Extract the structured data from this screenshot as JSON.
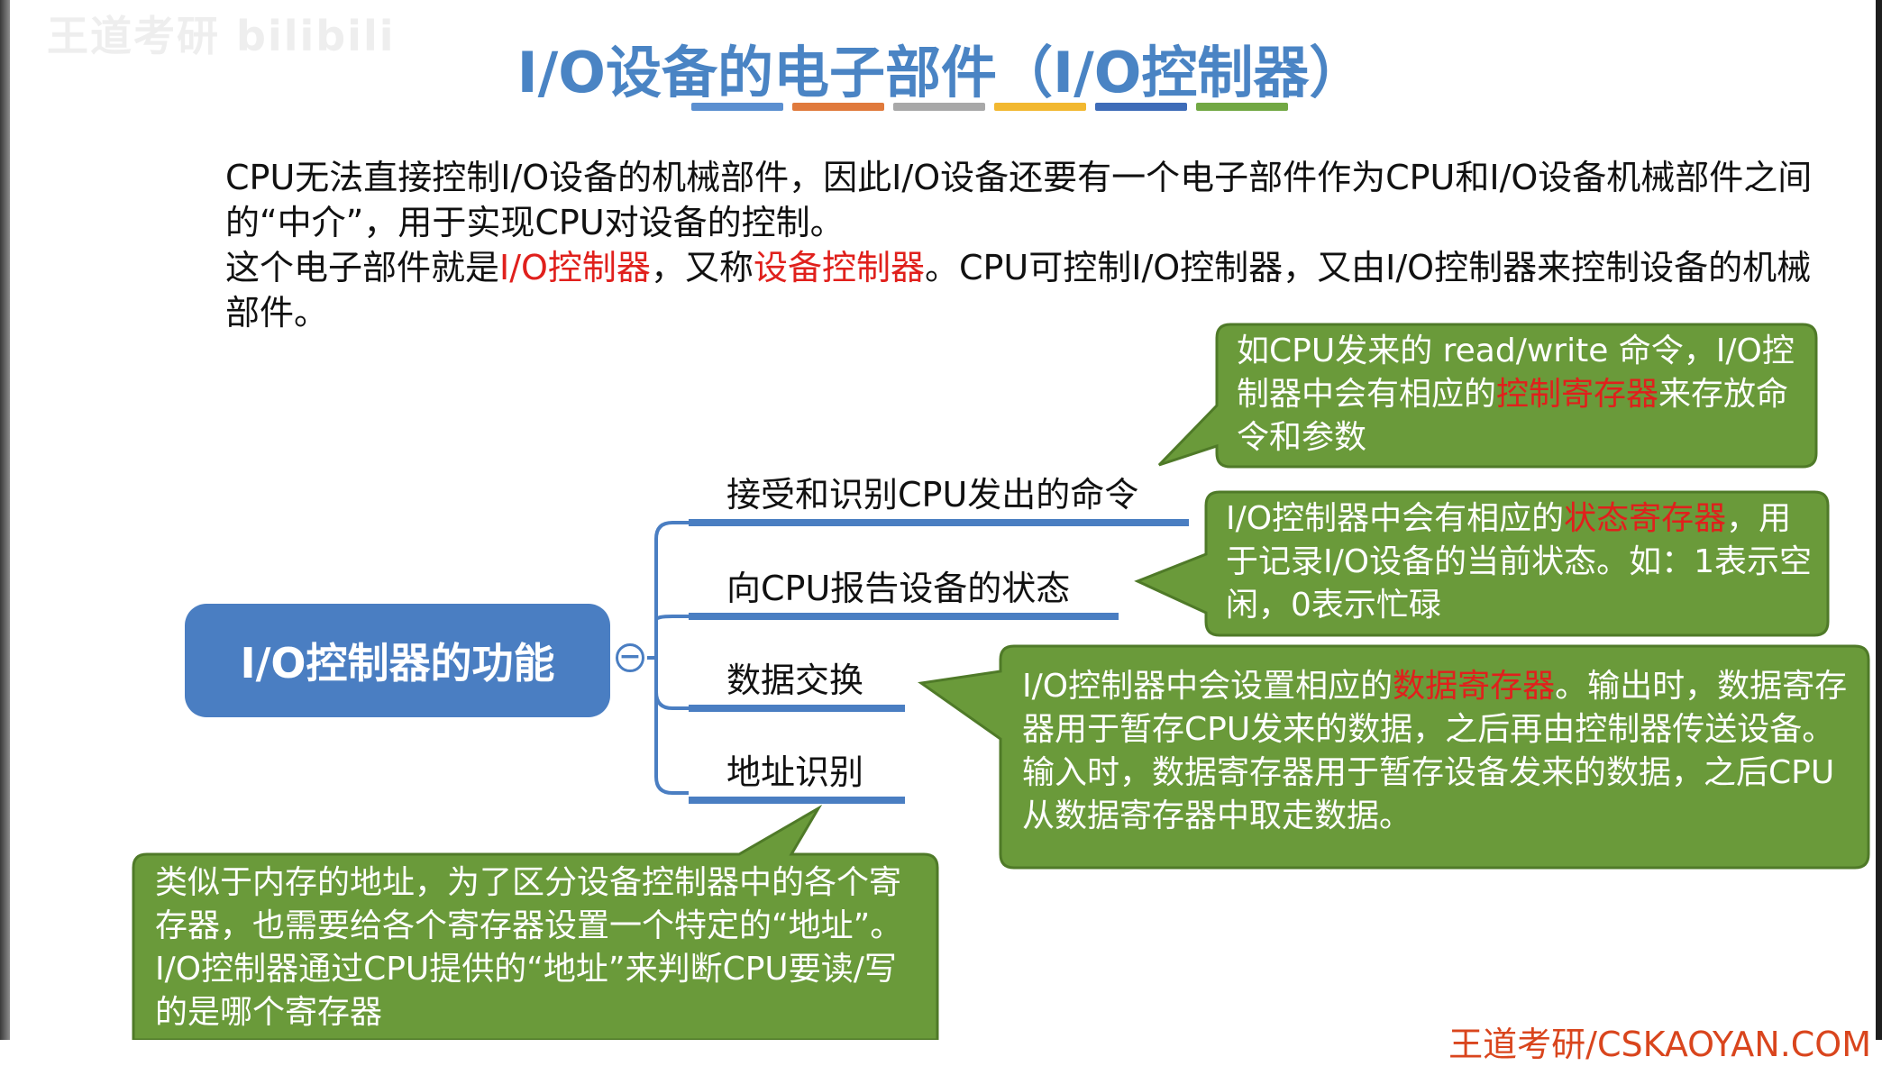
{
  "watermark": "王道考研 bilibili",
  "title": "I/O设备的电子部件（I/O控制器）",
  "title_bar_colors": [
    "#5b8fd0",
    "#e07a3c",
    "#a8a8a8",
    "#f2b830",
    "#3e6cb8",
    "#72a844"
  ],
  "intro": {
    "p1": "CPU无法直接控制I/O设备的机械部件，因此I/O设备还要有一个电子部件作为CPU和I/O设备机械部件之间的“中介”，用于实现CPU对设备的控制。",
    "p2_a": "这个电子部件就是",
    "p2_red1": "I/O控制器",
    "p2_b": "，又称",
    "p2_red2": "设备控制器",
    "p2_c": "。CPU可控制I/O控制器，又由I/O控制器来控制设备的机械部件。"
  },
  "mindmap": {
    "root": "I/O控制器的功能",
    "branches": [
      "接受和识别CPU发出的命令",
      "向CPU报告设备的状态",
      "数据交换",
      "地址识别"
    ]
  },
  "callouts": {
    "c1": {
      "a": "如CPU发来的 read/write 命令，I/O控制器中会有相应的",
      "red": "控制寄存器",
      "b": "来存放命令和参数"
    },
    "c2": {
      "a": "I/O控制器中会有相应的",
      "red": "状态寄存器",
      "b": "，用于记录I/O设备的当前状态。如：1表示空闲，0表示忙碌"
    },
    "c3": {
      "a": "I/O控制器中会设置相应的",
      "red": "数据寄存器",
      "b": "。输出时，数据寄存器用于暂存CPU发来的数据，之后再由控制器传送设备。输入时，数据寄存器用于暂存设备发来的数据，之后CPU从数据寄存器中取走数据。"
    },
    "c4": {
      "text": "类似于内存的地址，为了区分设备控制器中的各个寄存器，也需要给各个寄存器设置一个特定的“地址”。I/O控制器通过CPU提供的“地址”来判断CPU要读/写的是哪个寄存器"
    }
  },
  "footer_brand": "王道考研/CSKAOYAN.COM",
  "colors": {
    "title": "#4a84c4",
    "node_fill": "#4a7ec2",
    "callout_fill": "#6a9a3a",
    "callout_border": "#4f7a28",
    "highlight": "#e0201c"
  }
}
